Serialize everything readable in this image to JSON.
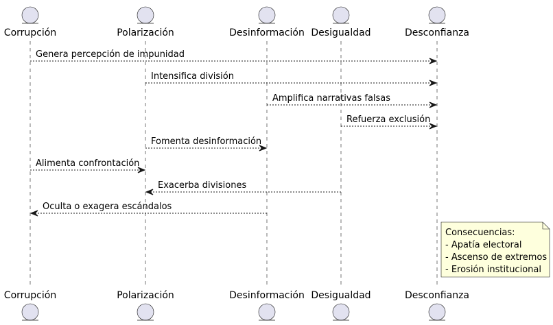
{
  "participants": [
    {
      "id": "corrupcion",
      "label": "Corrupción"
    },
    {
      "id": "polarizacion",
      "label": "Polarización"
    },
    {
      "id": "desinformacion",
      "label": "Desinformación"
    },
    {
      "id": "desigualdad",
      "label": "Desigualdad"
    },
    {
      "id": "desconfianza",
      "label": "Desconfianza"
    }
  ],
  "messages": [
    {
      "from": "corrupcion",
      "to": "desconfianza",
      "label": "Genera percepción de impunidad"
    },
    {
      "from": "polarizacion",
      "to": "desconfianza",
      "label": "Intensifica división"
    },
    {
      "from": "desinformacion",
      "to": "desconfianza",
      "label": "Amplifica narrativas falsas"
    },
    {
      "from": "desigualdad",
      "to": "desconfianza",
      "label": "Refuerza exclusión"
    },
    {
      "from": "polarizacion",
      "to": "desinformacion",
      "label": "Fomenta desinformación"
    },
    {
      "from": "corrupcion",
      "to": "polarizacion",
      "label": "Alimenta confrontación"
    },
    {
      "from": "desigualdad",
      "to": "polarizacion",
      "label": "Exacerba divisiones"
    },
    {
      "from": "desinformacion",
      "to": "corrupcion",
      "label": "Oculta o exagera escándalos"
    }
  ],
  "note": {
    "attached_to": "desconfianza",
    "lines": [
      "Consecuencias:",
      "- Apatía electoral",
      "- Ascenso de extremos",
      "- Erosión institucional"
    ]
  },
  "colors": {
    "participant_fill": "#E2E2F0",
    "line": "#181818",
    "note_fill": "#FEFFDD"
  }
}
